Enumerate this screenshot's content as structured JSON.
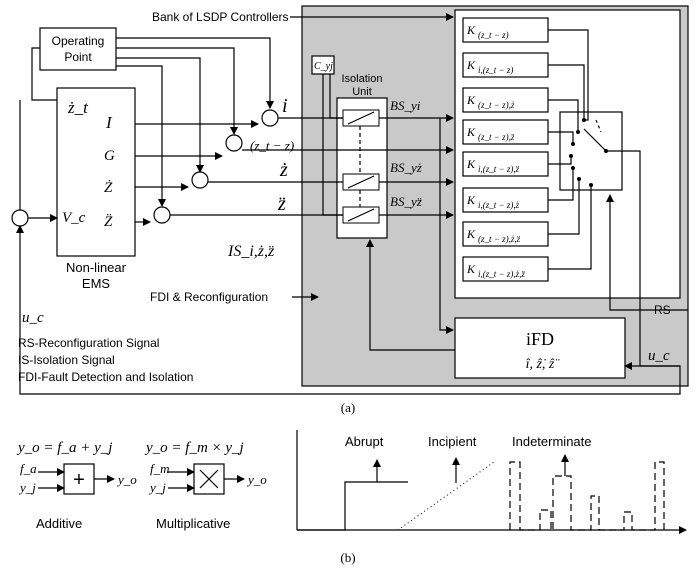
{
  "labels": {
    "bank": "Bank of LSDP Controllers",
    "operating_point_1": "Operating",
    "operating_point_2": "Point",
    "isolation_1": "Isolation",
    "isolation_2": "Unit",
    "nonlinear_1": "Non-linear",
    "nonlinear_2": "EMS",
    "fdi_reconfig": "FDI & Reconfiguration",
    "rs_short": "RS",
    "legend_rs": "RS-Reconfiguration Signal",
    "legend_is": "IS-Isolation Signal",
    "legend_fdi": "FDI-Fault Detection and Isolation",
    "caption_a": "(a)",
    "caption_b": "(b)",
    "additive": "Additive",
    "multiplicative": "Multiplicative",
    "abrupt": "Abrupt",
    "incipient": "Incipient",
    "indeterminate": "Indeterminate"
  },
  "ems_io": {
    "input": "ż_t",
    "out_I": "I",
    "out_G": "G",
    "out_Zd": "Ż",
    "out_Zdd": "Z̈",
    "in_Vc": "V_c"
  },
  "signals": {
    "i": "i",
    "zt_minus_z": "(z_t − z)",
    "zdot": "ż",
    "zddot": "z̈",
    "uc": "u_c",
    "C_yj": "C_yj",
    "BS_yi": "BS_yi",
    "BS_yzd": "BS_yż",
    "BS_yzdd": "BS_yz̈",
    "IS": "IS_i,ż,z̈"
  },
  "controllers": [
    {
      "base": "K",
      "sub": "(z_t − z)"
    },
    {
      "base": "K",
      "sub": "i,(z_t − z)"
    },
    {
      "base": "K",
      "sub": "(z_t − z),ż"
    },
    {
      "base": "K",
      "sub": "(z_t − z),z̈"
    },
    {
      "base": "K",
      "sub": "i,(z_t − z),z̈"
    },
    {
      "base": "K",
      "sub": "i,(z_t − z),ż"
    },
    {
      "base": "K",
      "sub": "(z_t − z),ż,z̈"
    },
    {
      "base": "K",
      "sub": "i,(z_t − z),ż,z̈"
    }
  ],
  "ifd": {
    "title": "iFD",
    "outputs": "î, ẑ̇, ẑ̈"
  },
  "equations": {
    "additive": "y_o = f_a + y_j",
    "multiplicative": "y_o = f_m × y_j",
    "fa": "f_a",
    "fm": "f_m",
    "yj": "y_j",
    "yo": "y_o"
  },
  "colors": {
    "shaded_panel": "#c9c9c9",
    "line": "#000000",
    "box_fill": "#ffffff"
  }
}
